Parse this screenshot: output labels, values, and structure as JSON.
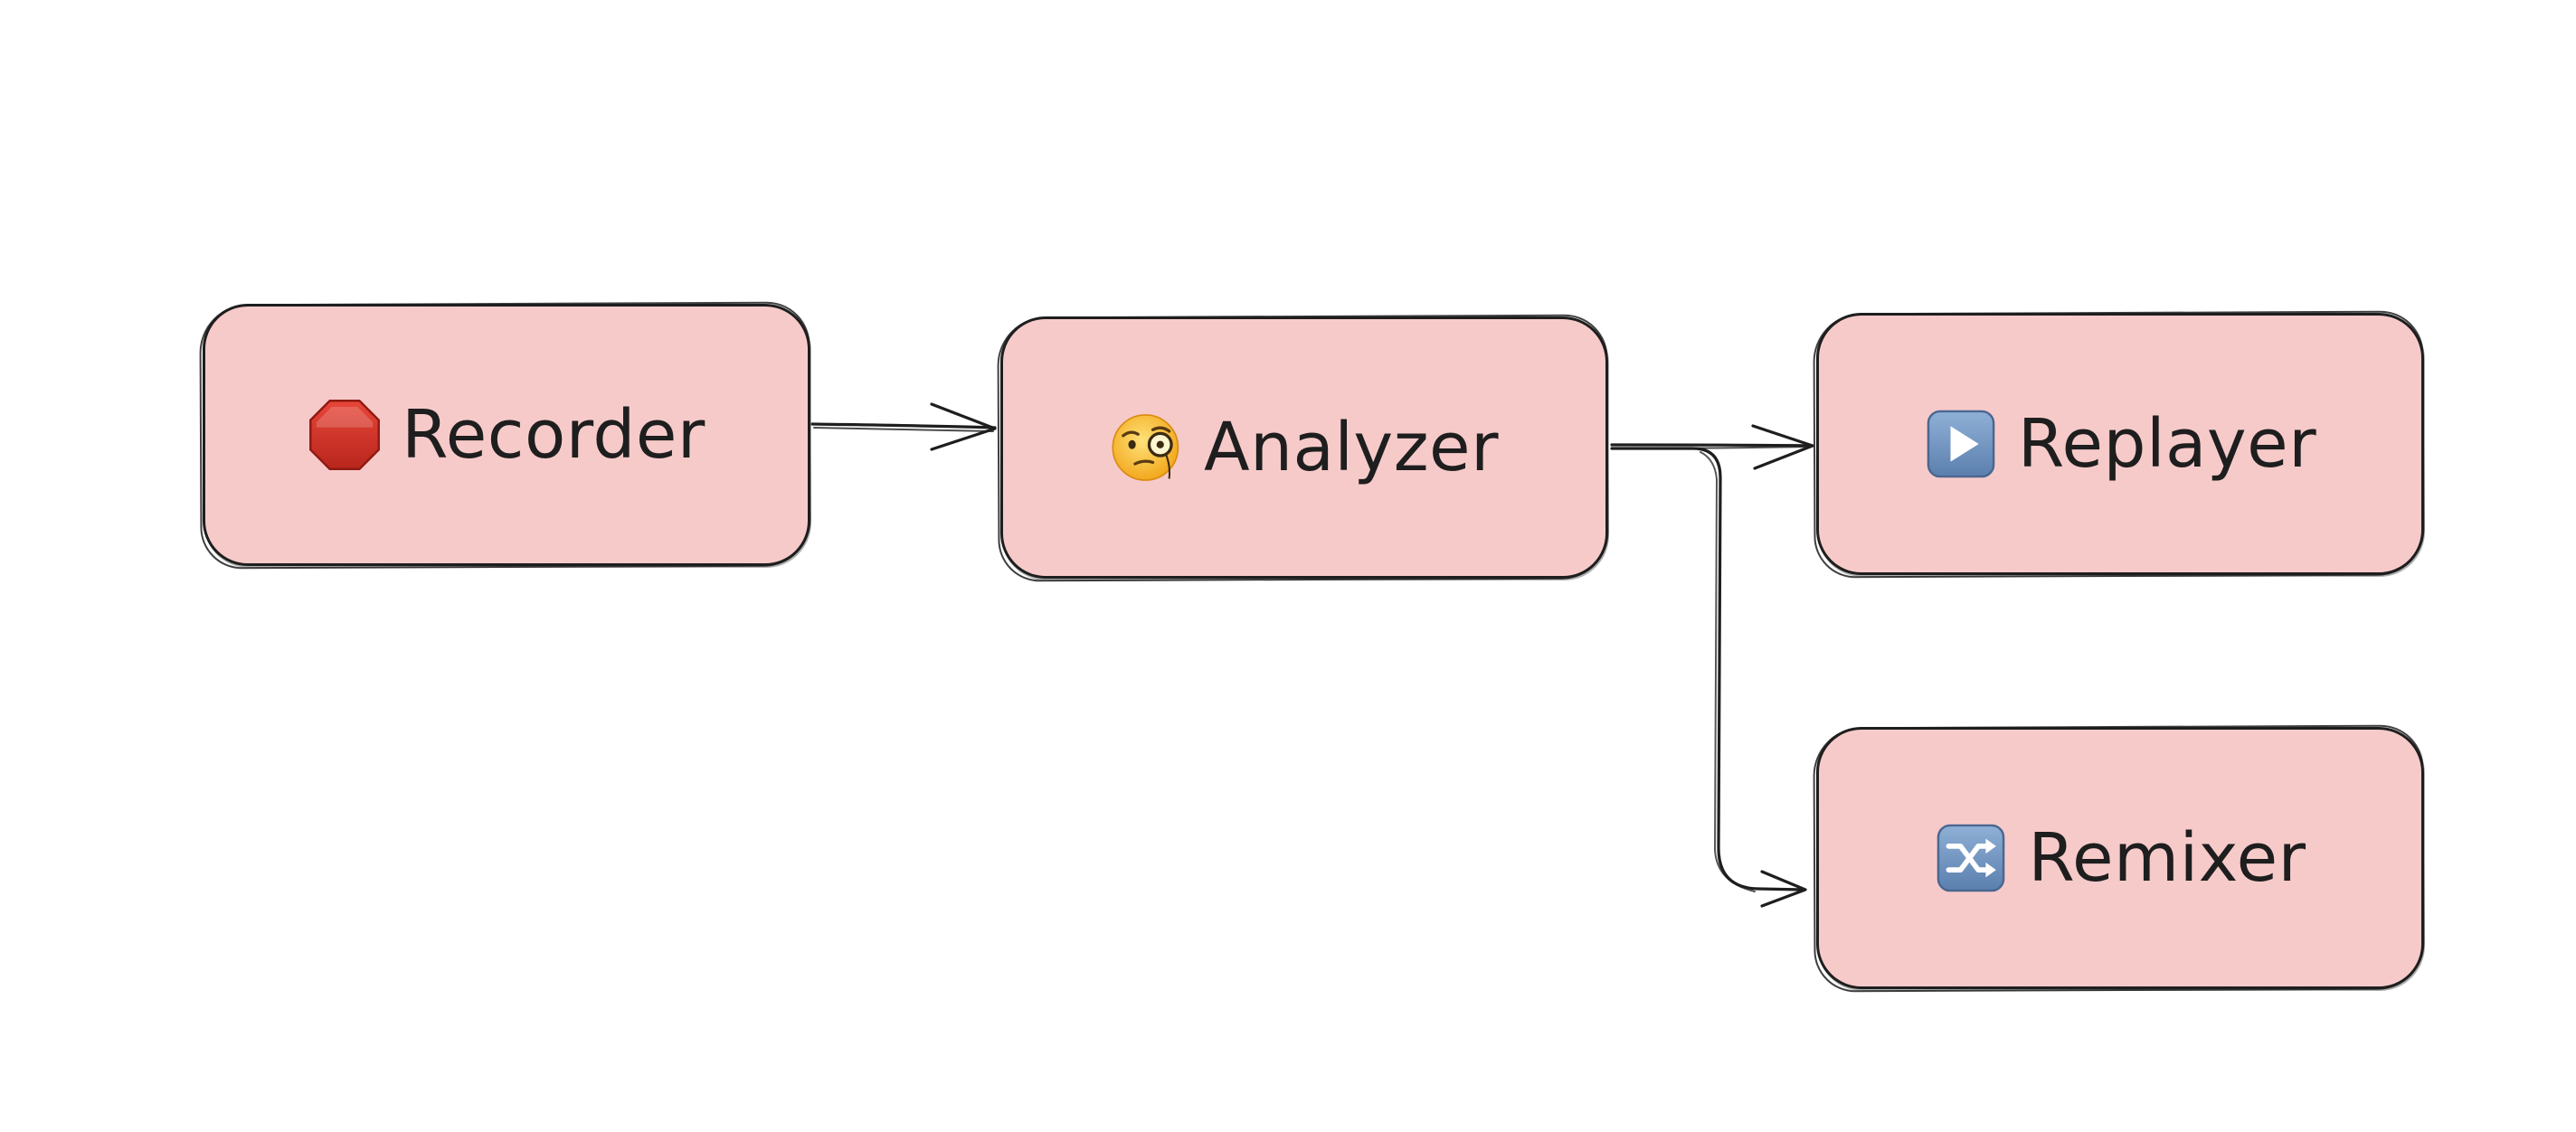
{
  "diagram": {
    "background_color": "#ffffff",
    "node_fill_color": "#f7caca",
    "stroke_color": "#1e1e1e",
    "nodes": [
      {
        "id": "recorder",
        "label": "Recorder",
        "icon": "stop-sign-icon"
      },
      {
        "id": "analyzer",
        "label": "Analyzer",
        "icon": "face-with-monocle-icon"
      },
      {
        "id": "replayer",
        "label": "Replayer",
        "icon": "play-button-icon"
      },
      {
        "id": "remixer",
        "label": "Remixer",
        "icon": "shuffle-icon"
      }
    ],
    "edges": [
      {
        "from": "recorder",
        "to": "analyzer"
      },
      {
        "from": "analyzer",
        "to": "replayer"
      },
      {
        "from": "analyzer",
        "to": "remixer"
      }
    ]
  }
}
